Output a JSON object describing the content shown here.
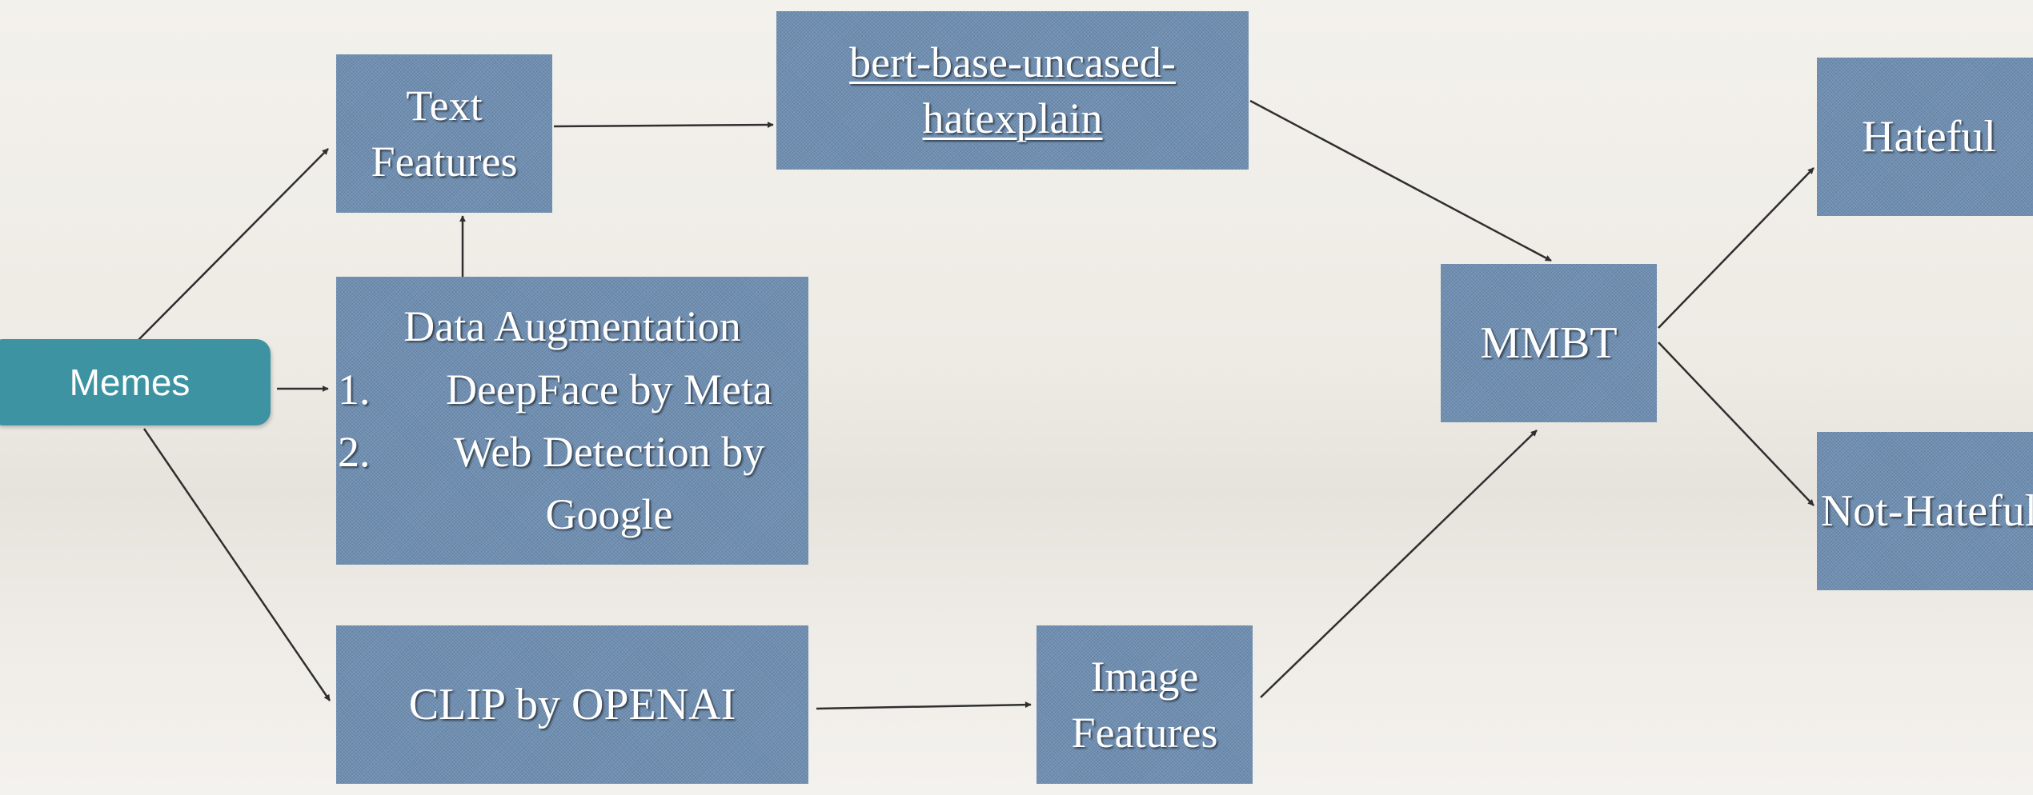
{
  "nodes": {
    "memes": "Memes",
    "text_features": "Text Features",
    "bert": "bert-base-uncased-hatexplain",
    "data_augmentation": {
      "title": "Data Augmentation",
      "items": [
        {
          "num": "1.",
          "label": "DeepFace by Meta"
        },
        {
          "num": "2.",
          "label": "Web Detection by Google"
        }
      ]
    },
    "clip": "CLIP by OPENAI",
    "image_features": "Image Features",
    "mmbt": "MMBT",
    "hateful": "Hateful",
    "not_hateful": "Not-Hateful"
  },
  "colors": {
    "box_fill": "#6f8fb2",
    "memes_fill": "#3e93a3",
    "arrow": "#2f2f2f",
    "text": "#ffffff"
  },
  "edges": [
    {
      "from": "memes",
      "to": "text_features"
    },
    {
      "from": "memes",
      "to": "data_augmentation"
    },
    {
      "from": "memes",
      "to": "clip"
    },
    {
      "from": "data_augmentation",
      "to": "text_features"
    },
    {
      "from": "text_features",
      "to": "bert"
    },
    {
      "from": "bert",
      "to": "mmbt"
    },
    {
      "from": "clip",
      "to": "image_features"
    },
    {
      "from": "image_features",
      "to": "mmbt"
    },
    {
      "from": "mmbt",
      "to": "hateful"
    },
    {
      "from": "mmbt",
      "to": "not_hateful"
    }
  ]
}
